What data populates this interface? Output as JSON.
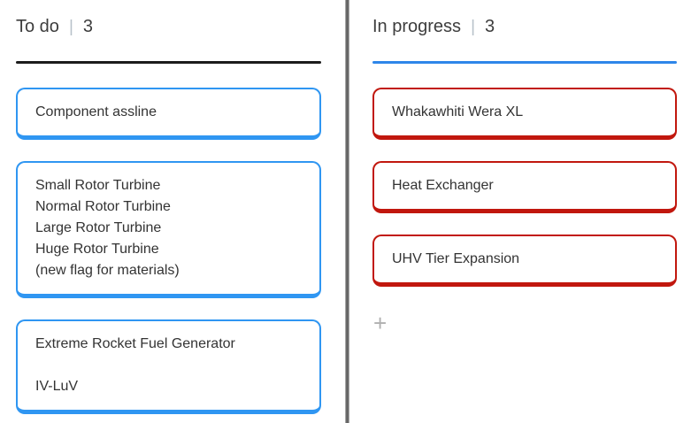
{
  "board": {
    "separator": "|",
    "columns": [
      {
        "title": "To do",
        "count": "3",
        "rule_color": "#1c1c1c",
        "card_border_color": "#2f96f2",
        "cards": [
          {
            "lines": [
              "Component assline"
            ]
          },
          {
            "lines": [
              "Small Rotor Turbine",
              "Normal Rotor Turbine",
              "Large Rotor Turbine",
              "Huge Rotor Turbine",
              "(new flag for materials)"
            ]
          },
          {
            "lines": [
              "Extreme Rocket Fuel Generator",
              "",
              "IV-LuV"
            ]
          }
        ]
      },
      {
        "title": "In progress",
        "count": "3",
        "rule_color": "#2e86e9",
        "card_border_color": "#c1170e",
        "cards": [
          {
            "lines": [
              "Whakawhiti Wera XL"
            ]
          },
          {
            "lines": [
              "Heat Exchanger"
            ]
          },
          {
            "lines": [
              "UHV Tier Expansion"
            ]
          }
        ],
        "add_button_label": "+"
      }
    ]
  }
}
